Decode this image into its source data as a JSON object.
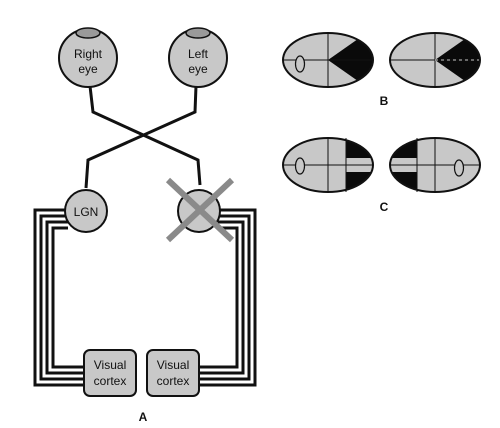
{
  "labels": {
    "right_eye_line1": "Right",
    "right_eye_line2": "eye",
    "left_eye_line1": "Left",
    "left_eye_line2": "eye",
    "lgn": "LGN",
    "visual_cortex_line1_a": "Visual",
    "visual_cortex_line2_a": "cortex",
    "visual_cortex_line1_b": "Visual",
    "visual_cortex_line2_b": "cortex"
  },
  "panels": {
    "a": "A",
    "b": "B",
    "c": "C"
  },
  "colors": {
    "fill": "#c8c8c8",
    "stroke": "#111111",
    "cross": "#8a8a8a",
    "black_region": "#0a0a0a"
  }
}
